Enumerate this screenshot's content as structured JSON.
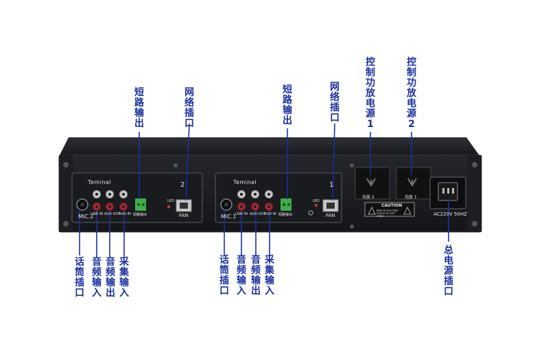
{
  "labels": {
    "short_output_2": "短路输出",
    "network_port_2": "网络插口",
    "short_output_1": "短路输出",
    "network_port_1": "网络插口",
    "amp_power_1": "控制功放电源1",
    "amp_power_2": "控制功放电源2",
    "mic_port_2": "话筒插口",
    "audio_in_2": "音频输入",
    "audio_out_2": "音频输出",
    "capture_in_2": "采集输入",
    "mic_port_1": "话筒插口",
    "audio_in_1": "音频输入",
    "audio_out_1": "音频输出",
    "capture_in_1": "采集输入",
    "main_power": "总电源插口"
  },
  "panel": {
    "left": {
      "title": "Teminal",
      "number": "2",
      "mic": "MIC.2",
      "line_in": "LINE IN",
      "aud_out": "AUD OUT",
      "aud_in": "AUD IN",
      "short_label": "短路输出",
      "led": "LED",
      "fan": "FAN"
    },
    "right": {
      "title": "Teminal",
      "number": "1",
      "mic": "MIC.1",
      "line_in": "LINE IN",
      "aud_out": "AUD OUT",
      "aud_in": "AUD IN",
      "short_label": "短路输出",
      "led": "LED",
      "fan": "FAN"
    },
    "outlet_2": "功放 2",
    "outlet_1": "功放 1",
    "caution": "CAUTION",
    "caution_sub": "RISK OF ELECTRIC SHOCK DO NOT OPEN",
    "power_rating": "AC220V 50HZ"
  },
  "colors": {
    "label_text": "#1a2fa0",
    "pointer_line": "#1a2fa0",
    "chassis": "#1b1c20",
    "chassis_edge": "#3a3c42",
    "rca_red": "#c0303a",
    "rca_white": "#d8d8d8",
    "terminal_green": "#3fae4a"
  }
}
